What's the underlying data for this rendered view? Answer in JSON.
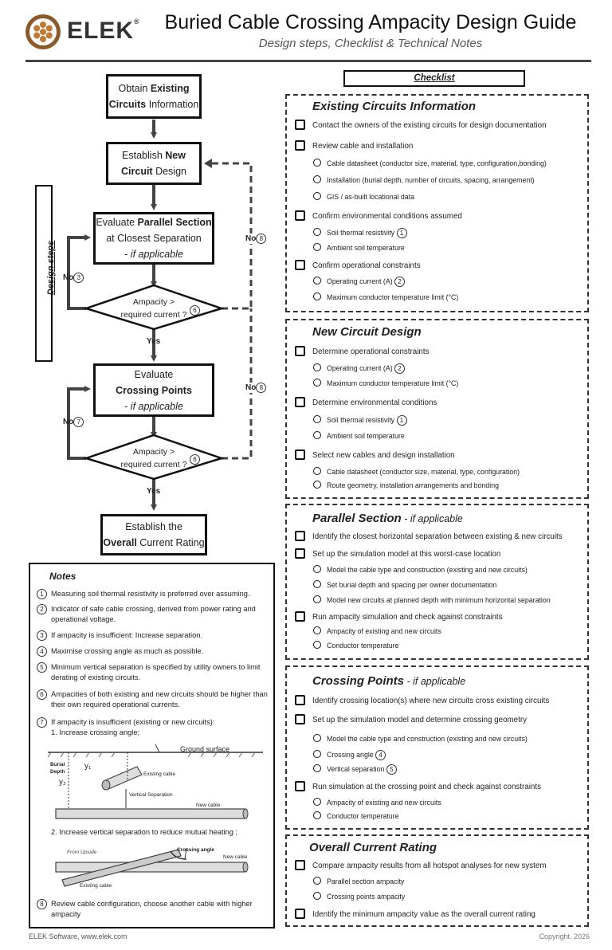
{
  "header": {
    "logo_text": "ELEK",
    "logo_mark": "®",
    "title": "Buried Cable Crossing Ampacity Design Guide",
    "subtitle": "Design steps, Checklist & Technical Notes"
  },
  "flowchart": {
    "side_label": "Design steps",
    "box1": {
      "pre": "Obtain ",
      "bold": "Existing",
      "line2_bold": "Circuits",
      "line2": " Information"
    },
    "box2": {
      "pre": "Establish ",
      "bold": "New",
      "line2_bold": "Circuit",
      "line2": " Design"
    },
    "box3": {
      "pre": "Evaluate ",
      "bold": "Parallel Section",
      "line2": "at Closest Separation",
      "line3": "- if applicable"
    },
    "diamond1": {
      "line1": "Ampacity >",
      "line2": "required current ?",
      "note": "6"
    },
    "box4": {
      "line1": "Evaluate",
      "line2_bold": "Crossing Points",
      "line3": "- if applicable"
    },
    "diamond2": {
      "line1": "Ampacity >",
      "line2": "required current ?",
      "note": "6"
    },
    "box5": {
      "line1": "Establish the",
      "line2_bold": "Overall",
      "line2": " Current Rating"
    },
    "yes_label": "Yes",
    "no_label": "No",
    "no3_note": "3",
    "no7_note": "7",
    "no8_note": "8"
  },
  "notes": {
    "title": "Notes",
    "items": [
      {
        "n": "1",
        "text": "Measuring soil thermal resistivity is preferred over assuming."
      },
      {
        "n": "2",
        "text": "Indicator of safe cable crossing, derived from power rating and operational voltage."
      },
      {
        "n": "3",
        "text": "If ampacity is insufficient: Increase separation."
      },
      {
        "n": "4",
        "text": "Maximise crossing angle as much as possible."
      },
      {
        "n": "5",
        "text": "Minimum vertical separation is specified by utility owners to limit derating of existing circuits."
      },
      {
        "n": "6",
        "text": "Ampacities of both existing and new circuits should be higher than their own required operational currents."
      },
      {
        "n": "7",
        "text": "If ampacity is insufficient (existing or new circuits):"
      },
      {
        "n": "8",
        "text": "Review cable configuration, choose another cable with higher ampacity"
      }
    ],
    "step1": "1. Increase crossing angle;",
    "step2": "2. Increase vertical separation to reduce mutual heating ;",
    "diagram1": {
      "ground": "Ground surface",
      "burial_depth": "Burial Depth",
      "y1": "y₁",
      "y2": "y₂",
      "existing": "Existing cable",
      "vertical": "Vertical Separation",
      "new": "New cable"
    },
    "diagram2": {
      "from_upside": "From Upside",
      "crossing_angle": "Crossing angle",
      "new": "New cable",
      "existing": "Existing cable"
    }
  },
  "checklist": {
    "header": "Checklist",
    "sections": [
      {
        "title": "Existing Circuits Information",
        "subtitle": "",
        "items": [
          {
            "label": "Contact the owners of the existing circuits for design documentation",
            "subs": []
          },
          {
            "label": "Review cable and installation",
            "subs": [
              {
                "label": "Cable datasheet (conductor size, material, type, configuration,bonding)"
              },
              {
                "label": "Installation (burial depth, number of circuits, spacing, arrangement)"
              },
              {
                "label": "GIS / as-built locational data"
              }
            ]
          },
          {
            "label": "Confirm environmental conditions assumed",
            "subs": [
              {
                "label": "Soil thermal resistivity",
                "note": "1"
              },
              {
                "label": "Ambient soil temperature"
              }
            ]
          },
          {
            "label": "Confirm operational constraints",
            "subs": [
              {
                "label": "Operating current (A)",
                "note": "2"
              },
              {
                "label": "Maximum conductor temperature limit (°C)"
              }
            ]
          }
        ]
      },
      {
        "title": "New Circuit Design",
        "subtitle": "",
        "items": [
          {
            "label": "Determine operational constraints",
            "subs": [
              {
                "label": "Operating current (A)",
                "note": "2"
              },
              {
                "label": "Maximum conductor temperature limit (°C)"
              }
            ]
          },
          {
            "label": "Determine environmental conditions",
            "subs": [
              {
                "label": "Soil thermal resistivity",
                "note": "1"
              },
              {
                "label": "Ambient soil temperature"
              }
            ]
          },
          {
            "label": "Select new cables and design installation",
            "subs": [
              {
                "label": "Cable datasheet (conductor size, material, type, configuration)"
              },
              {
                "label": "Route geometry, installation arrangements and bonding"
              }
            ]
          }
        ]
      },
      {
        "title": "Parallel Section",
        "subtitle": " - if applicable",
        "items": [
          {
            "label": "Identify the closest horizontal separation between existing & new circuits",
            "subs": []
          },
          {
            "label": "Set up the simulation model at this worst-case location",
            "subs": [
              {
                "label": "Model the cable type and construction (existing and new circuits)"
              },
              {
                "label": "Set burial depth and spacing per owner documentation"
              },
              {
                "label": "Model new circuits at planned depth with minimum horizontal separation"
              }
            ]
          },
          {
            "label": "Run ampacity simulation and check against constraints",
            "subs": [
              {
                "label": "Ampacity of existing and new circuits"
              },
              {
                "label": "Conductor temperature"
              }
            ]
          }
        ]
      },
      {
        "title": "Crossing Points",
        "subtitle": " - if applicable",
        "items": [
          {
            "label": "Identify crossing location(s) where new circuits cross existing circuits",
            "subs": []
          },
          {
            "label": "Set up the simulation model and determine crossing geometry",
            "subs": [
              {
                "label": "Model the cable type and construction (existing and new circuits)"
              },
              {
                "label": "Crossing angle",
                "note": "4"
              },
              {
                "label": "Vertical separation",
                "note": "5"
              }
            ]
          },
          {
            "label": "Run simulation at the crossing point and check against constraints",
            "subs": [
              {
                "label": "Ampacity of existing and new circuits"
              },
              {
                "label": "Conductor temperature"
              }
            ]
          }
        ]
      },
      {
        "title": "Overall Current Rating",
        "subtitle": "",
        "items": [
          {
            "label": "Compare ampacity results from all hotspot analyses for new system",
            "subs": [
              {
                "label": "Parallel section ampacity"
              },
              {
                "label": "Crossing points ampacity"
              }
            ]
          },
          {
            "label": "Identify the minimum ampacity value as the overall current rating",
            "subs": []
          }
        ]
      }
    ]
  },
  "footer": {
    "left": "ELEK Software, www.elek.com",
    "right": "Copyright. 2026"
  }
}
